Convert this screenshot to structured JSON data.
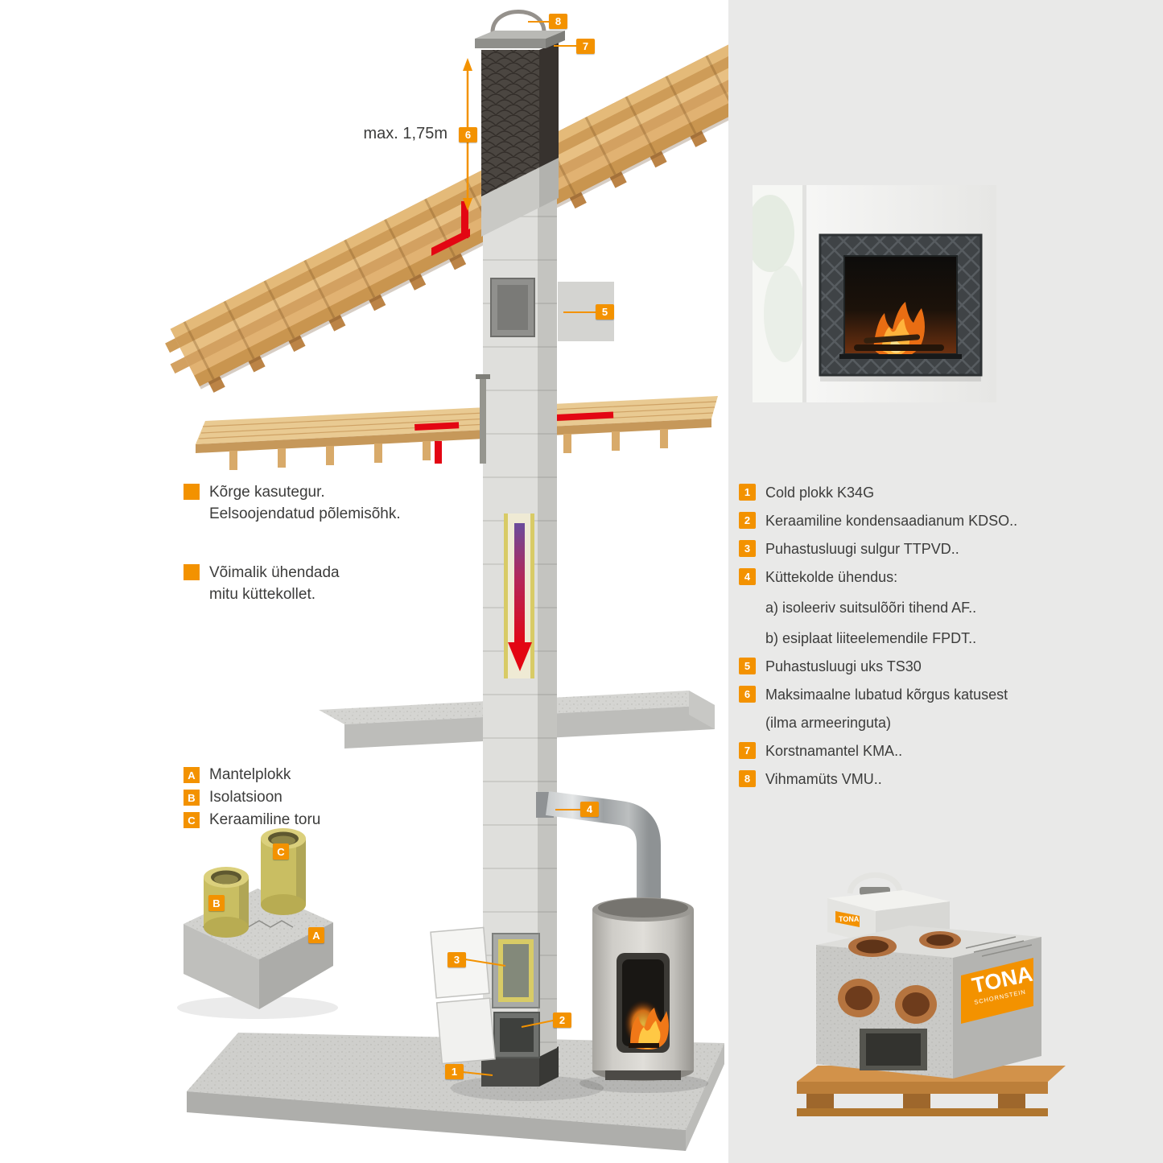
{
  "colors": {
    "accent_orange": "#F39200",
    "signal_red": "#E30613",
    "panel_bg": "#E9E9E8",
    "text": "#3C3C3B"
  },
  "annotations": {
    "max_height": "max. 1,75m",
    "note_efficiency_line1": "Kõrge kasutegur.",
    "note_efficiency_line2": "Eelsoojendatud põlemisõhk.",
    "note_multi_line1": "Võimalik ühendada",
    "note_multi_line2": "mitu küttekollet."
  },
  "abc_legend": [
    {
      "key": "A",
      "label": "Mantelplokk"
    },
    {
      "key": "B",
      "label": "Isolatsioon"
    },
    {
      "key": "C",
      "label": "Keraamiline toru"
    }
  ],
  "callouts": [
    "1",
    "2",
    "3",
    "4",
    "5",
    "6",
    "7",
    "8"
  ],
  "legend": [
    {
      "num": "1",
      "text": "Cold plokk K34G"
    },
    {
      "num": "2",
      "text": "Keraamiline kondensaadianum KDSO.."
    },
    {
      "num": "3",
      "text": "Puhastusluugi sulgur TTPVD.."
    },
    {
      "num": "4",
      "text": "Küttekolde ühendus:",
      "sub_a": "a) isoleeriv suitsulõõri tihend AF..",
      "sub_b": "b) esiplaat liiteelemendile FPDT.."
    },
    {
      "num": "5",
      "text": "Puhastusluugi uks TS30"
    },
    {
      "num": "6",
      "text": "Maksimaalne lubatud kõrgus katusest",
      "text2": "(ilma armeeringuta)"
    },
    {
      "num": "7",
      "text": "Korstnamantel KMA.."
    },
    {
      "num": "8",
      "text": "Vihmamüts VMU.."
    }
  ],
  "product": {
    "brand": "TONA",
    "sub": "SCHORNSTEIN"
  }
}
